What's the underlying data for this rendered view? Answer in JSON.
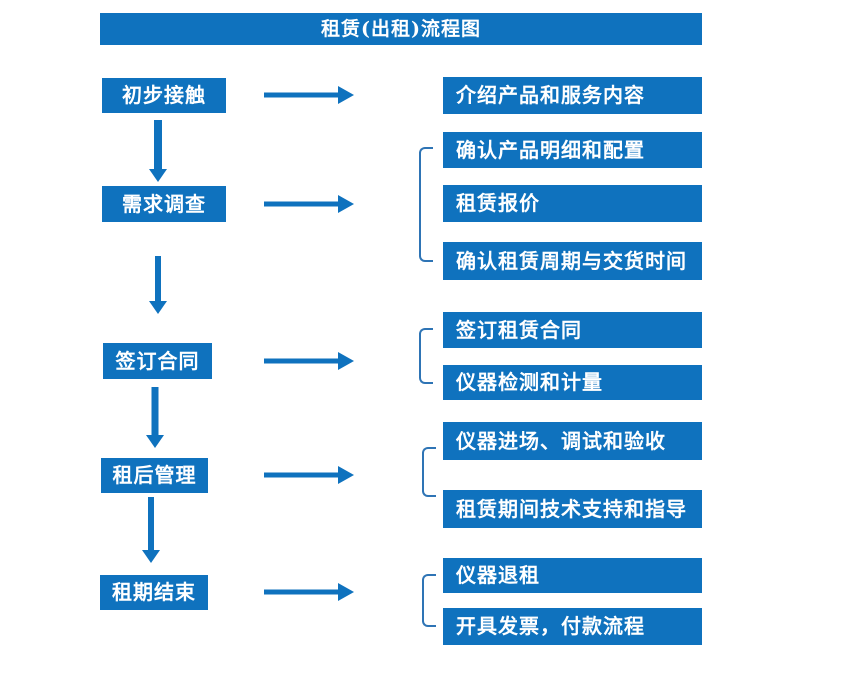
{
  "title": "租赁(出租)流程图",
  "colors": {
    "primary_blue": "#0F72BE",
    "bracket_blue": "#2E74B5",
    "text_white": "#FFFFFF",
    "background": "#FFFFFF"
  },
  "steps": [
    {
      "label": "初步接触",
      "outputs": [
        "介绍产品和服务内容"
      ]
    },
    {
      "label": "需求调查",
      "outputs": [
        "确认产品明细和配置",
        "租赁报价",
        "确认租赁周期与交货时间"
      ]
    },
    {
      "label": "签订合同",
      "outputs": [
        "签订租赁合同",
        "仪器检测和计量"
      ]
    },
    {
      "label": "租后管理",
      "outputs": [
        "仪器进场、调试和验收",
        "租赁期间技术支持和指导"
      ]
    },
    {
      "label": "租期结束",
      "outputs": [
        "仪器退租",
        "开具发票，付款流程"
      ]
    }
  ]
}
